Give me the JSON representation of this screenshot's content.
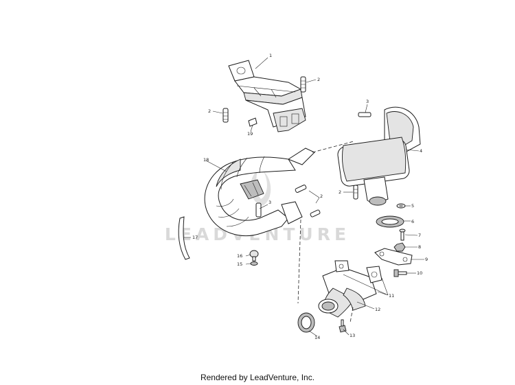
{
  "watermark": "LEADVENTURE",
  "footer": "Rendered by LeadVenture, Inc.",
  "callouts": {
    "p1": "1",
    "p2a": "2",
    "p2b": "2",
    "p2c": "2",
    "p2d": "2",
    "p3a": "3",
    "p3b": "3",
    "p4": "4",
    "p5": "5",
    "p6": "6",
    "p7": "7",
    "p8": "8",
    "p9": "9",
    "p10": "10",
    "p11": "11",
    "p12": "12",
    "p13": "13",
    "p14": "14",
    "p15": "15",
    "p16": "16",
    "p17": "17",
    "p18": "18",
    "p19": "19"
  }
}
